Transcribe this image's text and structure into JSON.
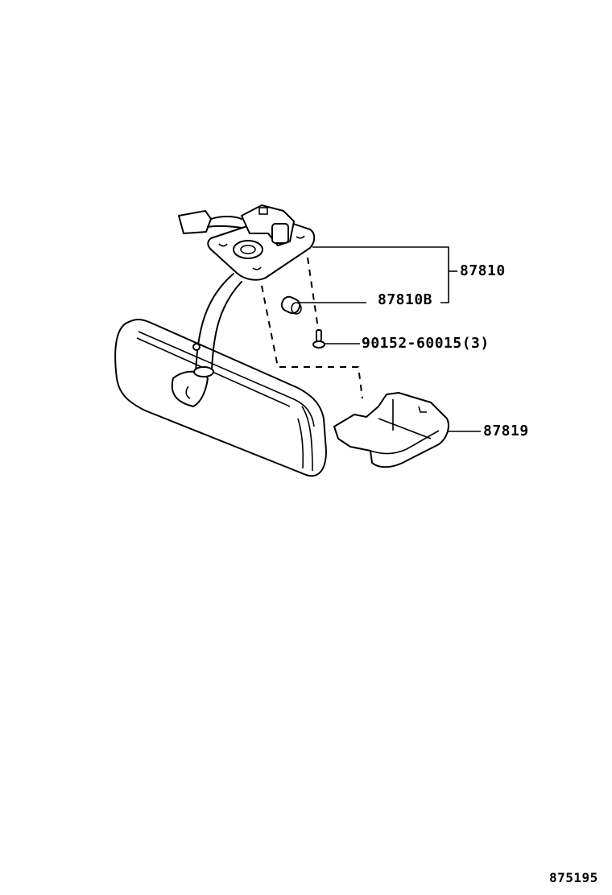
{
  "diagram": {
    "type": "parts-exploded-view",
    "illustration_id": "875195",
    "parts": [
      {
        "id": "part-87810",
        "number": "87810",
        "description": "Inner rear view mirror assembly"
      },
      {
        "id": "part-87810B",
        "number": "87810B",
        "description": "Bulb"
      },
      {
        "id": "part-90152",
        "number": "90152-60015(3)",
        "description": "Screw, qty 3"
      },
      {
        "id": "part-87819",
        "number": "87819",
        "description": "Cover"
      }
    ]
  },
  "labels": {
    "p87810": "87810",
    "p87810b": "87810B",
    "p90152": "90152-60015(3)",
    "p87819": "87819",
    "figure_no": "875195"
  }
}
